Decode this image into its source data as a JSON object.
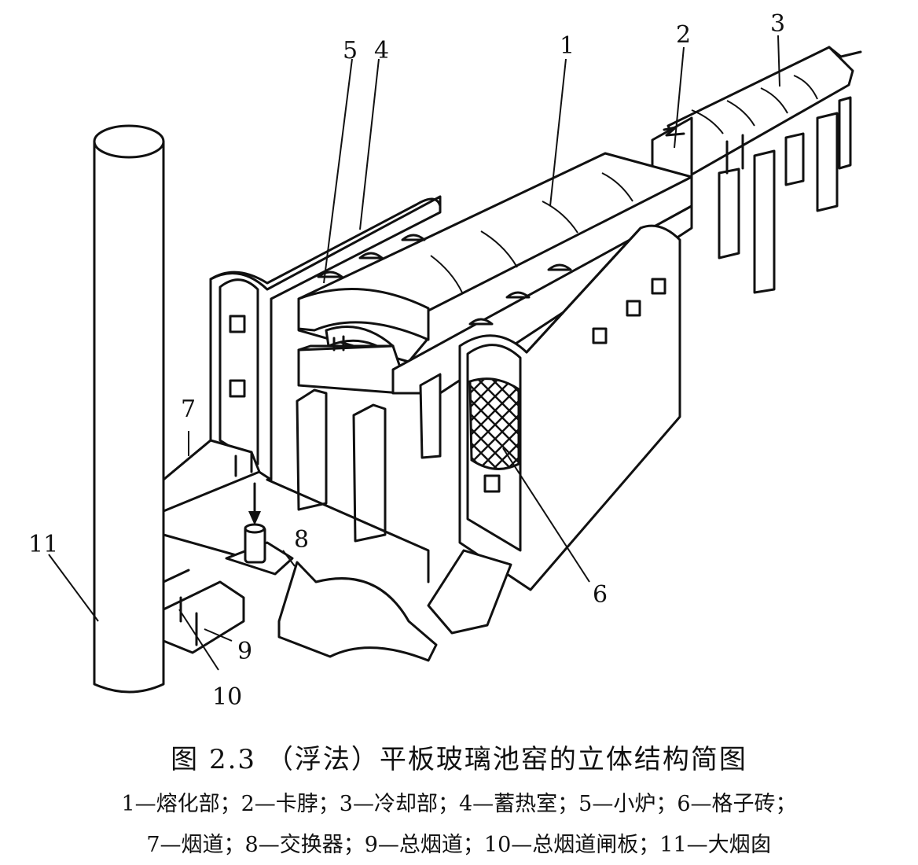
{
  "figure": {
    "title": "图 2.3  （浮法）平板玻璃池窑的立体结构简图",
    "legend_line1": "1—熔化部；2—卡脖；3—冷却部；4—蓄热室；5—小炉；6—格子砖；",
    "legend_line2": "7—烟道；8—交换器；9—总烟道；10—总烟道闸板；11—大烟囱",
    "callouts": {
      "c1": "1",
      "c2": "2",
      "c3": "3",
      "c4": "4",
      "c5": "5",
      "c6": "6",
      "c7": "7",
      "c8": "8",
      "c9": "9",
      "c10": "10",
      "c11": "11"
    }
  }
}
